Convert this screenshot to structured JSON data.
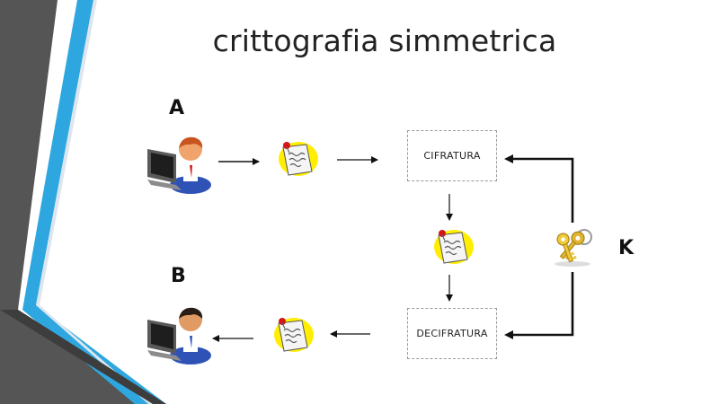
{
  "slide": {
    "title": "crittografia simmetrica",
    "label_a": "A",
    "label_b": "B",
    "label_k": "K",
    "box_encrypt": "CIFRATURA",
    "box_decrypt": "DECIFRATURA"
  },
  "icons": {
    "user_a": "user-at-computer-icon",
    "user_b": "user-at-computer-icon",
    "message": "document-icon",
    "key": "keys-icon"
  },
  "colors": {
    "accent_blue": "#2aa4e0",
    "accent_dark": "#4a4a4a",
    "key_gold": "#e8c23a",
    "note_yellow": "#ffee00"
  }
}
